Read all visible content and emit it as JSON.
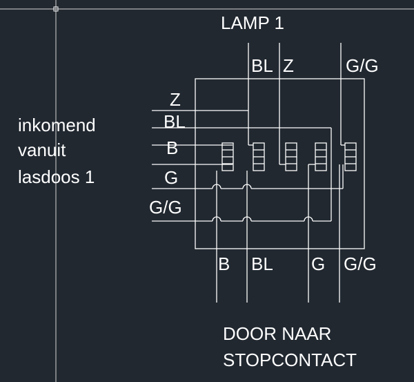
{
  "diagram": {
    "title_top": "LAMP 1",
    "top_wires": [
      "BL",
      "Z",
      "G/G"
    ],
    "incoming_label": [
      "inkomend",
      "vanuit",
      "lasdoos 1"
    ],
    "left_wires": [
      "Z",
      "BL",
      "B",
      "G",
      "G/G"
    ],
    "bottom_wires": [
      "B",
      "BL",
      "G",
      "G/G"
    ],
    "destination_label": [
      "DOOR NAAR",
      "STOPCONTACT"
    ]
  },
  "colors": {
    "background": "#212830",
    "lines": "#ffffff",
    "crosshair": "#d9d9d9"
  }
}
